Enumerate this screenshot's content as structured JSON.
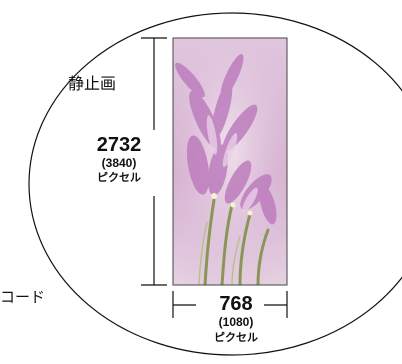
{
  "diagram": {
    "still_image_label": "静止画",
    "height": {
      "value": "2732",
      "alt_value": "(3840)",
      "unit": "ピクセル"
    },
    "width": {
      "value": "768",
      "alt_value": "(1080)",
      "unit": "ピクセル"
    },
    "cut_off_label": "コード"
  },
  "colors": {
    "line": "#111111",
    "photo_base": "#d7b6d3",
    "flower": "#b978b8",
    "stem": "#8a9657"
  }
}
